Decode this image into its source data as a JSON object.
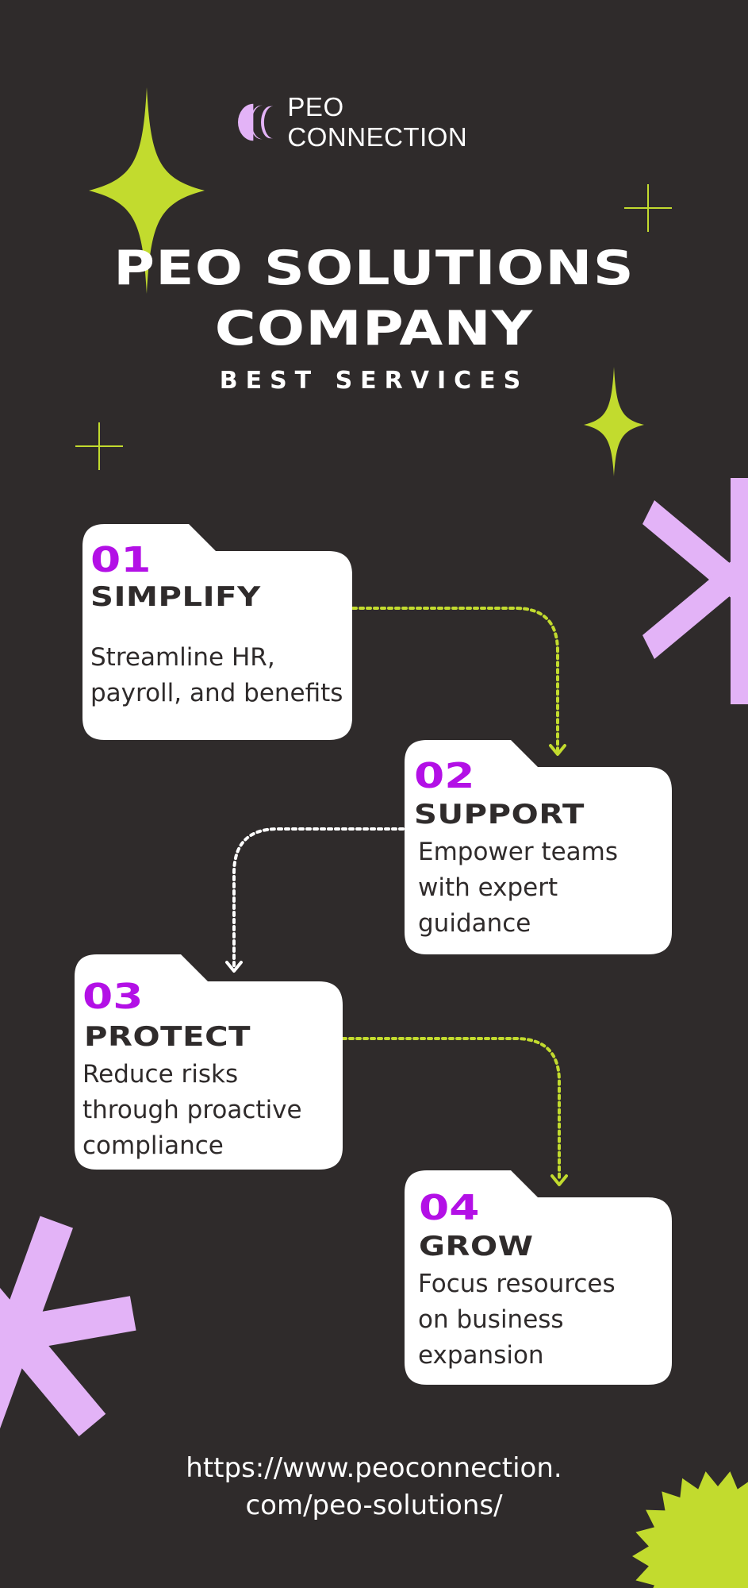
{
  "brand": {
    "name": "PEO CONNECTION",
    "logo_icon": "peo-connection-logo-icon"
  },
  "title": {
    "line1": "PEO SOLUTIONS",
    "line2": "COMPANY"
  },
  "subtitle": "BEST SERVICES",
  "steps": [
    {
      "number": "01",
      "name": "SIMPLIFY",
      "desc_lines": [
        "Streamline HR,",
        "payroll, and benefits"
      ]
    },
    {
      "number": "02",
      "name": "SUPPORT",
      "desc_lines": [
        "Empower teams",
        "with expert",
        "guidance"
      ]
    },
    {
      "number": "03",
      "name": "PROTECT",
      "desc_lines": [
        "Reduce risks",
        "through proactive",
        "compliance"
      ]
    },
    {
      "number": "04",
      "name": "GROW",
      "desc_lines": [
        "Focus resources",
        "on business",
        "expansion"
      ]
    }
  ],
  "url": {
    "line1": "https://www.peoconnection.",
    "line2": "com/peo-solutions/"
  },
  "colors": {
    "background": "#2f2b2b",
    "accent_lime": "#c2db2e",
    "accent_purple": "#b310e6",
    "accent_lilac": "#e3b3f7",
    "card": "#ffffff"
  },
  "icons": [
    "sparkle-star-icon",
    "plus-sparkle-icon",
    "asterisk-shape-icon",
    "sunburst-badge-icon",
    "folder-card-icon",
    "dotted-arrow-icon"
  ]
}
